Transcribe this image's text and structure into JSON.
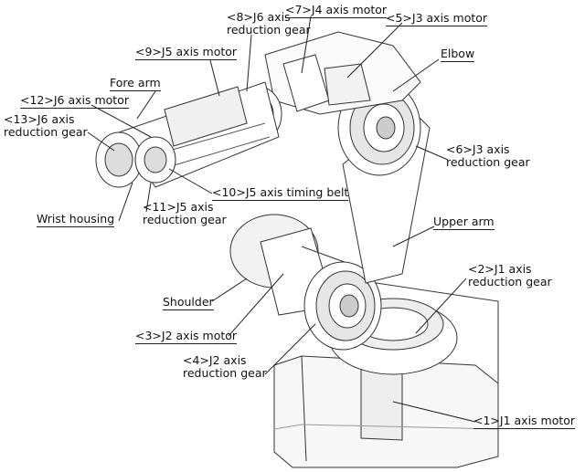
{
  "labels": {
    "j6_reduction_gear_top": "<8>J6 axis\nreduction gear",
    "j4_motor": "<7>J4 axis motor",
    "j3_motor": "<5>J3 axis motor",
    "j5_motor": "<9>J5 axis motor",
    "elbow": "Elbow",
    "fore_arm": "Fore arm",
    "j6_motor": "<12>J6 axis motor",
    "j6_reduction_gear_left": "<13>J6 axis\nreduction gear",
    "j3_reduction_gear": "<6>J3 axis\nreduction gear",
    "j5_timing_belt": "<10>J5 axis timing belt",
    "wrist_housing": "Wrist housing",
    "j5_reduction_gear": "<11>J5 axis\nreduction gear",
    "upper_arm": "Upper arm",
    "j1_reduction_gear": "<2>J1 axis\nreduction gear",
    "shoulder": "Shoulder",
    "j2_motor": "<3>J2 axis motor",
    "j2_reduction_gear": "<4>J2 axis\nreduction gear",
    "j1_motor": "<1>J1 axis motor"
  },
  "colors": {
    "line": "#333333",
    "fill": "#ffffff",
    "shade": "#d9d9d9",
    "dark": "#555555"
  }
}
